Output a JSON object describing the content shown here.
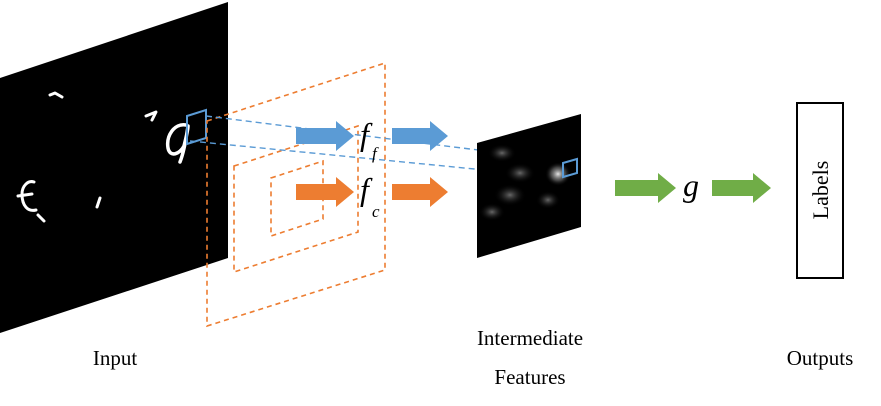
{
  "captions": {
    "input": "Input",
    "intermediate_line1": "Intermediate",
    "intermediate_line2": "Features",
    "outputs": "Outputs"
  },
  "functions": {
    "fine": {
      "base": "f",
      "sub": "f"
    },
    "coarse": {
      "base": "f",
      "sub": "c"
    },
    "classifier": "g"
  },
  "output_box_label": "Labels",
  "colors": {
    "fine_branch": "#5b9bd5",
    "coarse_branch": "#ed7d31",
    "classifier_arrow": "#70ad47",
    "panel": "#000000"
  }
}
